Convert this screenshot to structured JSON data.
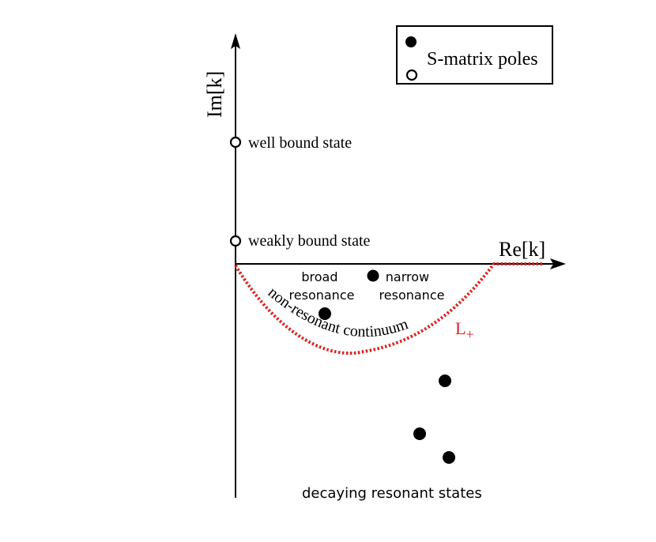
{
  "diagram": {
    "axes": {
      "x_label": "Re[k]",
      "y_label": "Im[k]"
    },
    "legend": {
      "label": "S-matrix poles",
      "markers": [
        "filled-circle",
        "open-circle"
      ]
    },
    "states": {
      "well_bound": "well bound state",
      "weakly_bound": "weakly bound state",
      "broad_resonance_line1": "broad",
      "broad_resonance_line2": "resonance",
      "narrow_resonance_line1": "narrow",
      "narrow_resonance_line2": "resonance",
      "decaying": "decaying resonant states"
    },
    "contour": {
      "label": "L",
      "subscript": "+",
      "continuum_label": "non-resonant continuum",
      "color": "#e02020"
    },
    "colors": {
      "ink": "#000000",
      "contour": "#e02020"
    }
  }
}
